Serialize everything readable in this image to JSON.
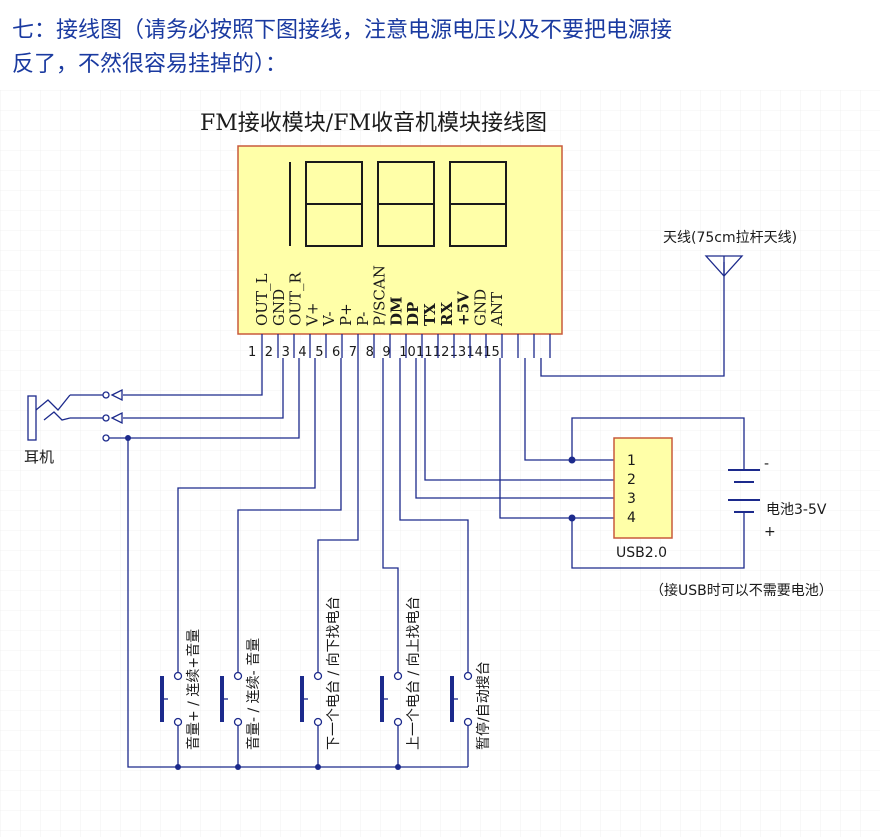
{
  "heading": {
    "line1": "七：接线图（请务必按照下图接线，注意电源电压以及不要把电源接",
    "line2": "反了，不然很容易挂掉的）："
  },
  "schematic": {
    "title": "FM接收模块/FM收音机模块接线图",
    "display_digits": "1888",
    "pins": [
      {
        "number": "1",
        "label": "OUT_L"
      },
      {
        "number": "2",
        "label": "GND"
      },
      {
        "number": "3",
        "label": "OUT_R"
      },
      {
        "number": "4",
        "label": "V+"
      },
      {
        "number": "5",
        "label": "V-"
      },
      {
        "number": "6",
        "label": "P+"
      },
      {
        "number": "7",
        "label": "P-"
      },
      {
        "number": "8",
        "label": "P/SCAN"
      },
      {
        "number": "9",
        "label": "DM"
      },
      {
        "number": "10",
        "label": "DP"
      },
      {
        "number": "11",
        "label": "TX"
      },
      {
        "number": "12",
        "label": "RX"
      },
      {
        "number": "13",
        "label": "+5V"
      },
      {
        "number": "14",
        "label": "GND"
      },
      {
        "number": "15",
        "label": "ANT"
      }
    ],
    "antenna_label": "天线(75cm拉杆天线)",
    "earphone_label": "耳机",
    "usb": {
      "pins": [
        "1",
        "2",
        "3",
        "4"
      ],
      "label": "USB2.0"
    },
    "battery": {
      "label": "电池3-5V",
      "minus": "-",
      "plus": "+"
    },
    "usb_note": "（接USB时可以不需要电池）",
    "buttons": [
      {
        "label": "音量+ / 连续+音量"
      },
      {
        "label": "音量- / 连续- 音量"
      },
      {
        "label": "下一个电台 / 向下找电台"
      },
      {
        "label": "上一个电台 / 向上找电台"
      },
      {
        "label": "暂停/自动搜台"
      }
    ],
    "colors": {
      "module_fill": "#ffffa8",
      "module_border": "#c85a3c",
      "wire": "#1c2a8c",
      "heading": "#1a3aa0",
      "grid": "#e8e8e8"
    }
  }
}
